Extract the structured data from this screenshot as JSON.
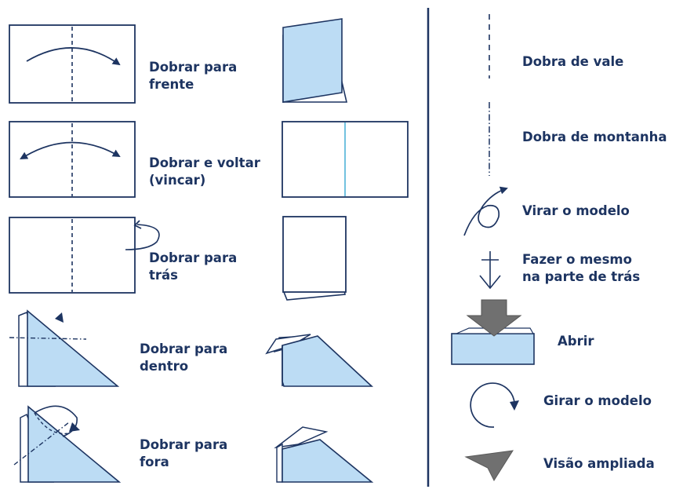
{
  "labels": {
    "fold_forward": [
      "Dobrar para",
      "frente"
    ],
    "fold_unfold": [
      "Dobrar e voltar",
      "(vincar)"
    ],
    "fold_back": [
      "Dobrar para",
      "trás"
    ],
    "fold_inside": [
      "Dobrar para",
      "dentro"
    ],
    "fold_outside": [
      "Dobrar para",
      "fora"
    ],
    "valley_fold": "Dobra de vale",
    "mountain_fold": "Dobra de montanha",
    "turn_over": "Virar o modelo",
    "repeat_behind": [
      "Fazer o mesmo",
      "na parte de trás"
    ],
    "open": "Abrir",
    "rotate": "Girar o modelo",
    "enlarged_view": "Visão ampliada"
  },
  "colors": {
    "ink": "#1d3461",
    "paper_fill": "#bcdcf4",
    "crease": "#4fb3d9",
    "arrow_gray": "#707070",
    "divider": "#1d3461"
  },
  "icons": {
    "valley": "dashed-line-icon",
    "mountain": "dash-dot-line-icon",
    "turn_over": "loop-arrow-icon",
    "repeat_behind": "down-arrow-with-bar-icon",
    "open": "push-arrow-icon",
    "rotate": "circular-arrow-icon",
    "enlarged": "gray-arrow-icon"
  }
}
